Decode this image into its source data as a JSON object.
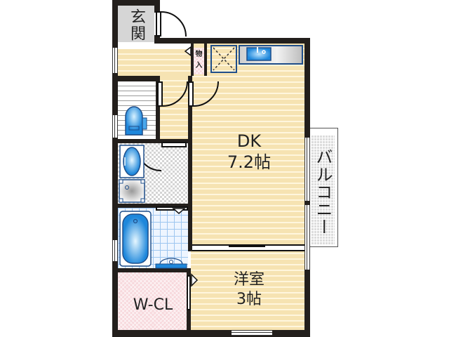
{
  "floor_plan": {
    "rooms": [
      {
        "id": "entrance",
        "label": "玄関"
      },
      {
        "id": "storage",
        "label_line1": "物",
        "label_line2": "入"
      },
      {
        "id": "dk",
        "label_line1": "DK",
        "label_line2": "7.2帖"
      },
      {
        "id": "western_room",
        "label_line1": "洋室",
        "label_line2": "3帖"
      },
      {
        "id": "walk_in_closet",
        "label": "W-CL"
      },
      {
        "id": "balcony",
        "label": "バルコニー"
      },
      {
        "id": "toilet",
        "label": ""
      },
      {
        "id": "washroom",
        "label": ""
      },
      {
        "id": "bathroom",
        "label": ""
      }
    ],
    "fixtures": [
      "kitchen-sink",
      "refrigerator-space",
      "toilet",
      "washbasin",
      "washing-machine-pan",
      "bathtub"
    ],
    "colors": {
      "wall": "#231f1c",
      "wood_floor": "#f6e3b2",
      "fixture_blue": "#2a8fe0",
      "closet_pink": "#f7d8dc",
      "balcony_gray": "#dcdcdc",
      "entrance_gray": "#d6d6d6"
    }
  }
}
